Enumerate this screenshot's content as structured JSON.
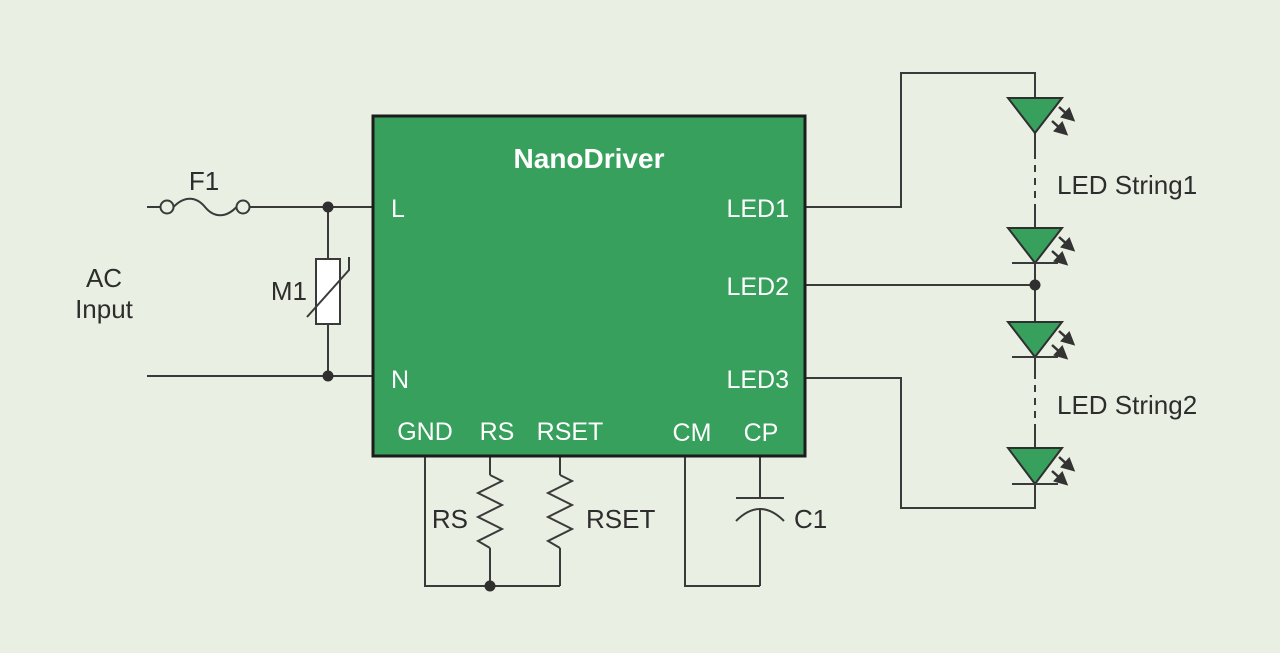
{
  "colors": {
    "background": "#e9efe2",
    "chip_green": "#36a05c",
    "wire": "#3a3a3a",
    "text_dark": "#2d2d2d",
    "text_light": "#ffffff"
  },
  "chip": {
    "title": "NanoDriver",
    "pins": {
      "left": [
        "L",
        "N"
      ],
      "bottom": [
        "GND",
        "RS",
        "RSET",
        "CM",
        "CP"
      ],
      "right": [
        "LED1",
        "LED2",
        "LED3"
      ]
    }
  },
  "components": {
    "fuse": "F1",
    "varistor": "M1",
    "sense_resistor": "RS",
    "set_resistor": "RSET",
    "capacitor": "C1"
  },
  "labels": {
    "ac_line1": "AC",
    "ac_line2": "Input",
    "led_string1": "LED String1",
    "led_string2": "LED String2"
  }
}
